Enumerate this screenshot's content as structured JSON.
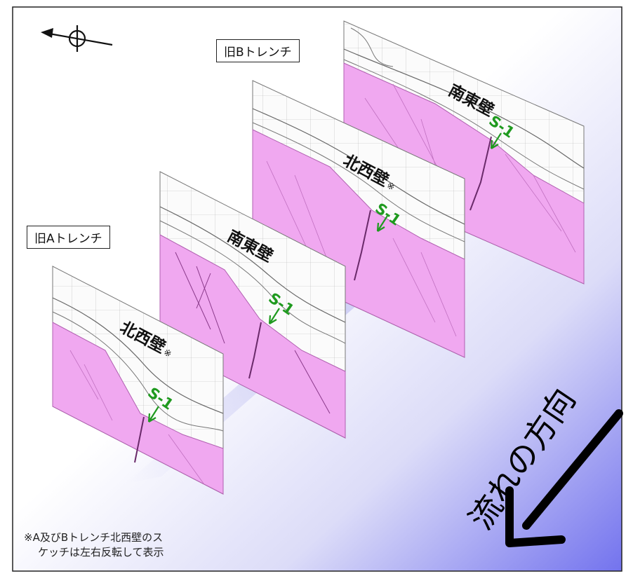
{
  "colors": {
    "wall_fill": "#f0a8f0",
    "fault_label": "#1f9a1f",
    "gradient_end": "#7373ee",
    "frame": "#222222"
  },
  "trenches": {
    "b_label": "旧Bトレンチ",
    "a_label": "旧Aトレンチ"
  },
  "walls": [
    {
      "id": "b-southeast",
      "name": "南東壁",
      "mark": "",
      "fault": "S-1"
    },
    {
      "id": "b-northwest",
      "name": "北西壁",
      "mark": "※",
      "fault": "S-1"
    },
    {
      "id": "a-southeast",
      "name": "南東壁",
      "mark": "",
      "fault": "S-1"
    },
    {
      "id": "a-northwest",
      "name": "北西壁",
      "mark": "※",
      "fault": "S-1"
    }
  ],
  "flow": {
    "label": "流れの方向",
    "icon": "arrow-down-left-icon"
  },
  "compass": {
    "icon": "north-arrow-icon"
  },
  "note": {
    "line1": "※A及びBトレンチ北西壁のス",
    "line2": "ケッチは左右反転して表示"
  }
}
